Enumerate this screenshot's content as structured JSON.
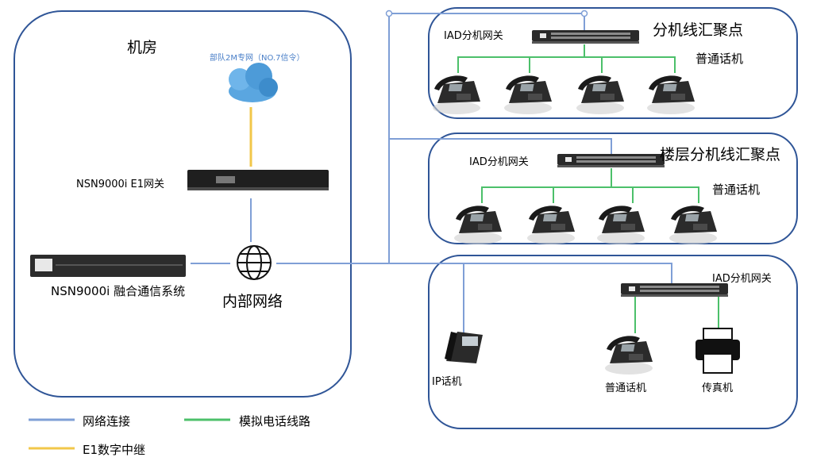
{
  "room": {
    "title": "机房",
    "cloud_label": "部队2M专网（NO.7信令）",
    "e1_gateway_label": "NSN9000i E1网关",
    "system_label": "NSN9000i 融合通信系统",
    "network_label": "内部网络"
  },
  "group1": {
    "title": "分机线汇聚点",
    "gateway_label": "IAD分机网关",
    "phones_label": "普通话机"
  },
  "group2": {
    "title": "楼层分机线汇聚点",
    "gateway_label": "IAD分机网关",
    "phones_label": "普通话机"
  },
  "group3": {
    "gateway_label": "IAD分机网关",
    "ip_phone_label": "IP话机",
    "phone_label": "普通话机",
    "fax_label": "传真机"
  },
  "legend": [
    {
      "label": "网络连接",
      "color": "#7f9fd6"
    },
    {
      "label": "模拟电话线路",
      "color": "#4cc06a"
    },
    {
      "label": "E1数字中继",
      "color": "#f2c74a"
    }
  ],
  "colors": {
    "network": "#7f9fd6",
    "analog": "#4cc06a",
    "e1": "#f2c74a",
    "box_border": "#2f5597"
  }
}
